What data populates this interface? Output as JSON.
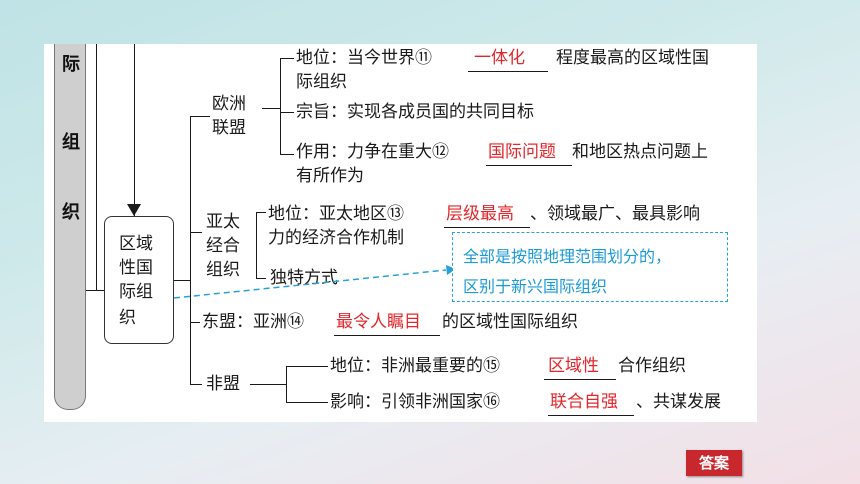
{
  "left_column": [
    "际",
    "组",
    "织"
  ],
  "region_box": [
    "区域",
    "性国",
    "际组",
    "织"
  ],
  "eu": {
    "label": [
      "欧洲",
      "联盟"
    ],
    "status_1": "地位：当今世界⑪",
    "status_ans": "一体化",
    "status_2": "程度最高的区域性国",
    "status_3": "际组织",
    "purpose": "宗旨：实现各成员国的共同目标",
    "role_1": "作用：力争在重大⑫",
    "role_ans": "国际问题",
    "role_2": "和地区热点问题上",
    "role_3": "有所作为"
  },
  "apec": {
    "label": [
      "亚太",
      "经合",
      "组织"
    ],
    "status_1": "地位：亚太地区⑬",
    "status_ans": "层级最高",
    "status_2": "、领域最广、最具影响",
    "status_3": "力的经济合作机制",
    "mode": "独特方式"
  },
  "asean": {
    "text_1": "东盟：亚洲⑭",
    "ans": "最令人瞩目",
    "text_2": "的区域性国际组织"
  },
  "au": {
    "label": "非盟",
    "status_1": "地位：非洲最重要的⑮",
    "status_ans": "区域性",
    "status_2": "合作组织",
    "impact_1": "影响：引领非洲国家⑯",
    "impact_ans": "联合自强",
    "impact_2": "、共谋发展"
  },
  "note": {
    "line1": "全部是按照地理范围划分的，",
    "line2": "区别于新兴国际组织"
  },
  "answer_button": "答案"
}
